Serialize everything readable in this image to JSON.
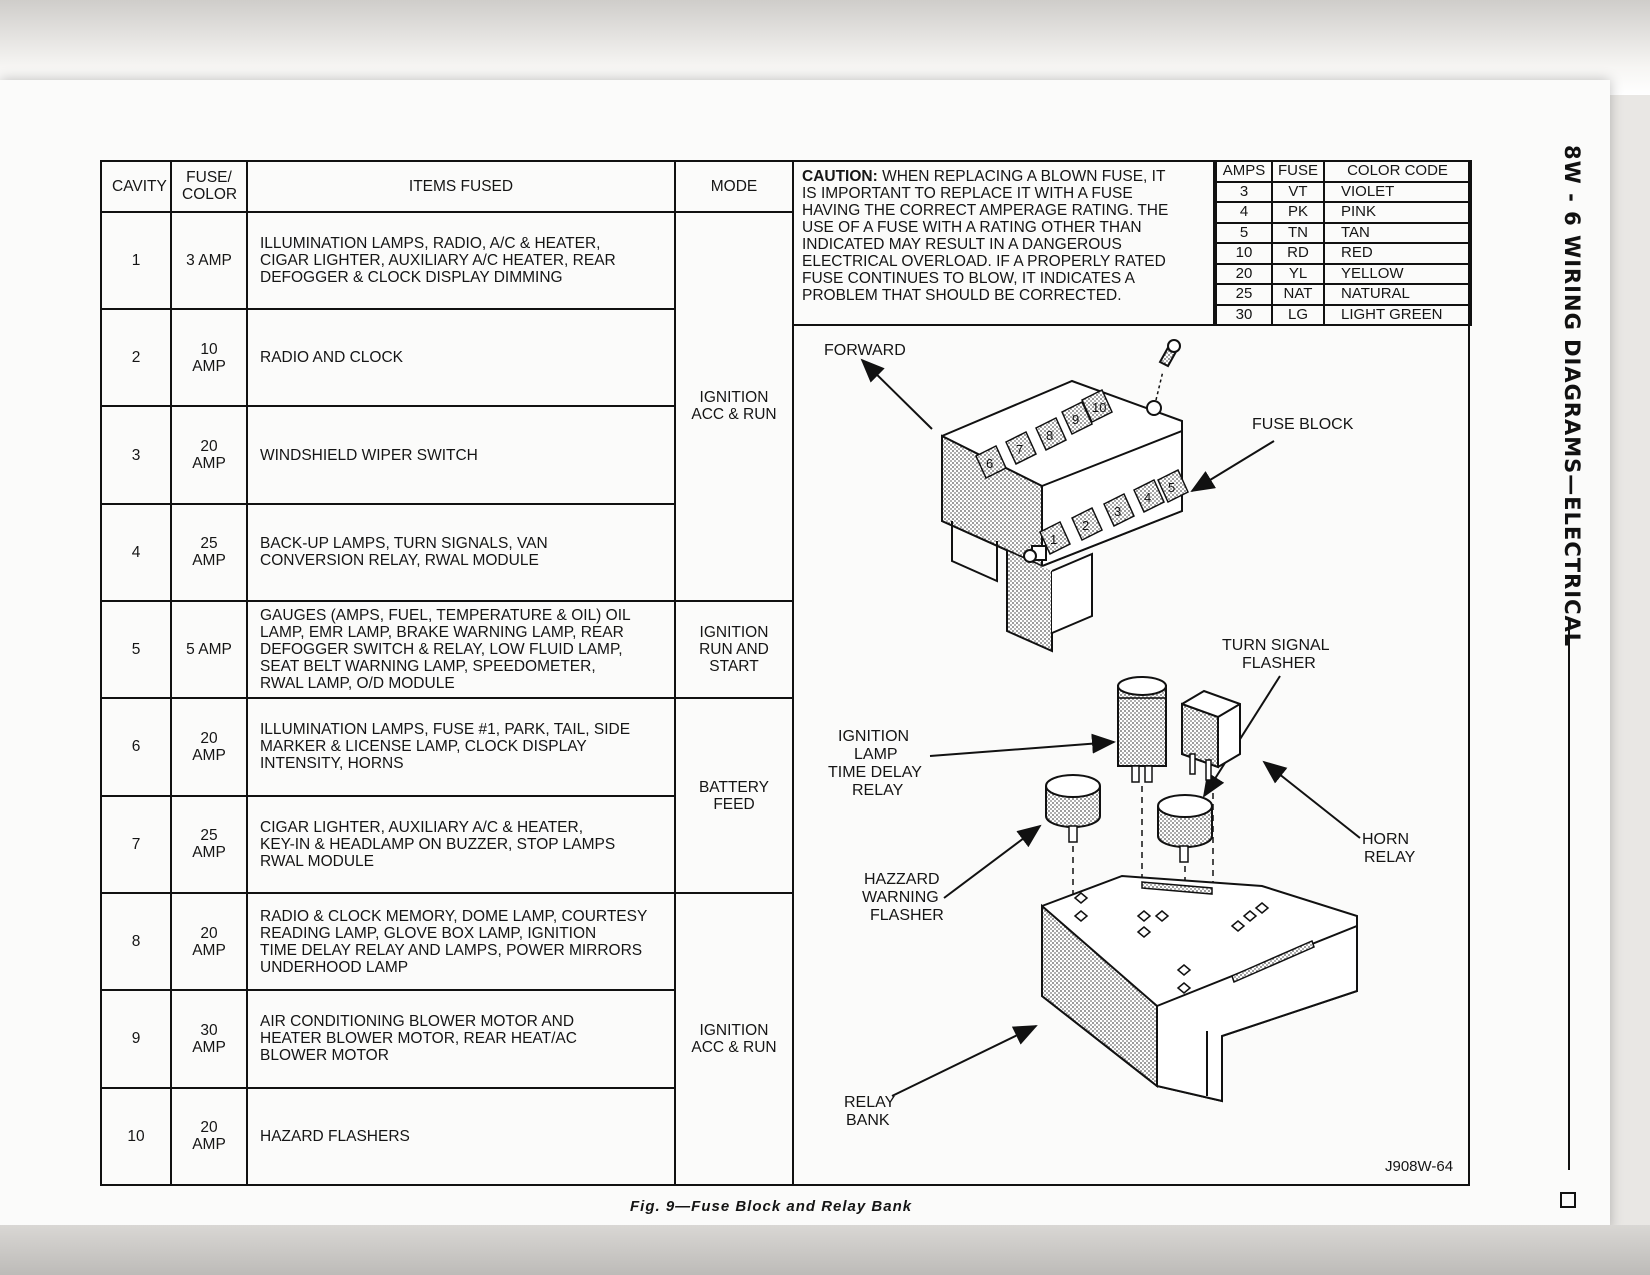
{
  "side_title": "8W - 6 WIRING DIAGRAMS—ELECTRICAL",
  "fuse_table": {
    "headers": {
      "cavity": "CAVITY",
      "fuse_line1": "FUSE/",
      "fuse_line2": "COLOR",
      "items": "ITEMS FUSED",
      "mode": "MODE"
    },
    "rows": [
      {
        "cavity": "1",
        "fuse": "3 AMP",
        "items": [
          "ILLUMINATION LAMPS, RADIO, A/C & HEATER,",
          "CIGAR LIGHTER, AUXILIARY A/C HEATER, REAR",
          "DEFOGGER & CLOCK DISPLAY DIMMING"
        ]
      },
      {
        "cavity": "2",
        "fuse": "10 AMP",
        "items": [
          "RADIO AND CLOCK"
        ]
      },
      {
        "cavity": "3",
        "fuse": "20 AMP",
        "items": [
          "WINDSHIELD WIPER SWITCH"
        ]
      },
      {
        "cavity": "4",
        "fuse": "25 AMP",
        "items": [
          "BACK-UP LAMPS, TURN SIGNALS, VAN",
          "CONVERSION RELAY, RWAL MODULE"
        ]
      },
      {
        "cavity": "5",
        "fuse": "5 AMP",
        "items": [
          "GAUGES (AMPS, FUEL, TEMPERATURE & OIL) OIL",
          "LAMP, EMR LAMP, BRAKE WARNING LAMP, REAR",
          "DEFOGGER SWITCH & RELAY, LOW FLUID LAMP,",
          "SEAT BELT WARNING LAMP, SPEEDOMETER,",
          "RWAL LAMP, O/D MODULE"
        ]
      },
      {
        "cavity": "6",
        "fuse": "20 AMP",
        "items": [
          "ILLUMINATION LAMPS, FUSE #1, PARK, TAIL, SIDE",
          "MARKER & LICENSE LAMP, CLOCK DISPLAY",
          "INTENSITY, HORNS"
        ]
      },
      {
        "cavity": "7",
        "fuse": "25 AMP",
        "items": [
          "CIGAR LIGHTER, AUXILIARY A/C & HEATER,",
          "KEY-IN & HEADLAMP ON BUZZER, STOP LAMPS",
          "RWAL MODULE"
        ]
      },
      {
        "cavity": "8",
        "fuse": "20 AMP",
        "items": [
          "RADIO & CLOCK MEMORY, DOME LAMP, COURTESY",
          "READING LAMP, GLOVE BOX LAMP, IGNITION",
          "TIME DELAY RELAY AND LAMPS, POWER MIRRORS",
          "UNDERHOOD LAMP"
        ]
      },
      {
        "cavity": "9",
        "fuse": "30 AMP",
        "items": [
          "AIR CONDITIONING BLOWER MOTOR AND",
          "HEATER BLOWER MOTOR, REAR HEAT/AC",
          "BLOWER MOTOR"
        ]
      },
      {
        "cavity": "10",
        "fuse": "20 AMP",
        "items": [
          "HAZARD FLASHERS"
        ]
      }
    ],
    "modes": [
      {
        "lines": [
          "IGNITION",
          "ACC & RUN"
        ]
      },
      {
        "lines": [
          "IGNITION",
          "RUN AND",
          "START"
        ]
      },
      {
        "lines": [
          "BATTERY",
          "FEED"
        ]
      },
      {
        "lines": [
          "IGNITION",
          "ACC & RUN"
        ]
      }
    ]
  },
  "caution": {
    "label": "CAUTION:",
    "lines": [
      "WHEN REPLACING A BLOWN FUSE, IT",
      "IS IMPORTANT TO REPLACE IT WITH A FUSE",
      "HAVING THE CORRECT AMPERAGE RATING. THE",
      "USE OF A FUSE WITH A RATING OTHER THAN",
      "INDICATED MAY RESULT IN A DANGEROUS",
      "ELECTRICAL OVERLOAD. IF A PROPERLY RATED",
      "FUSE CONTINUES TO BLOW, IT INDICATES A",
      "PROBLEM THAT SHOULD BE CORRECTED."
    ]
  },
  "color_codes": {
    "headers": [
      "AMPS",
      "FUSE",
      "COLOR CODE"
    ],
    "rows": [
      [
        "3",
        "VT",
        "VIOLET"
      ],
      [
        "4",
        "PK",
        "PINK"
      ],
      [
        "5",
        "TN",
        "TAN"
      ],
      [
        "10",
        "RD",
        "RED"
      ],
      [
        "20",
        "YL",
        "YELLOW"
      ],
      [
        "25",
        "NAT",
        "NATURAL"
      ],
      [
        "30",
        "LG",
        "LIGHT GREEN"
      ]
    ]
  },
  "diagram": {
    "forward": "FORWARD",
    "fuse_block": "FUSE BLOCK",
    "turn_signal_1": "TURN SIGNAL",
    "turn_signal_2": "FLASHER",
    "ign_1": "IGNITION",
    "ign_2": "LAMP",
    "ign_3": "TIME DELAY",
    "ign_4": "RELAY",
    "horn_1": "HORN",
    "horn_2": "RELAY",
    "haz_1": "HAZZARD",
    "haz_2": "WARNING",
    "haz_3": "FLASHER",
    "relay_1": "RELAY",
    "relay_2": "BANK",
    "cavity_numbers": [
      "1",
      "2",
      "3",
      "4",
      "5",
      "6",
      "7",
      "8",
      "9",
      "10"
    ]
  },
  "figure_id": "J908W-64",
  "caption": "Fig. 9—Fuse Block and Relay Bank"
}
